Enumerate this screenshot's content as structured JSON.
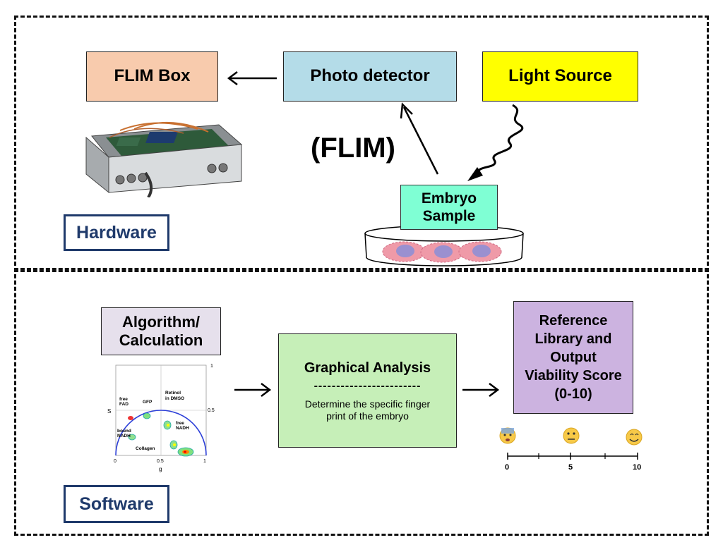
{
  "hardware": {
    "section_label": "Hardware",
    "flim_box": "FLIM Box",
    "photo_detector": "Photo detector",
    "light_source": "Light Source",
    "flim_label": "(FLIM)",
    "embryo_sample_line1": "Embryo",
    "embryo_sample_line2": "Sample"
  },
  "software": {
    "section_label": "Software",
    "algorithm_line1": "Algorithm/",
    "algorithm_line2": "Calculation",
    "graphical_title": "Graphical Analysis",
    "graphical_divider": "------------------------",
    "graphical_desc_line1": "Determine the specific finger",
    "graphical_desc_line2": "print of the embryo",
    "reference_line1": "Reference",
    "reference_line2": "Library and",
    "reference_line3": "Output",
    "reference_line4": "Viability Score",
    "reference_line5": "(0-10)",
    "phasor_plot": {
      "y_axis_label": "S",
      "x_axis_label": "g",
      "tick_top_right": "1",
      "tick_mid_right": "0.5",
      "x_ticks": [
        "0",
        "0.5",
        "1"
      ],
      "annotations": [
        "free",
        "FAD",
        "GFP",
        "Retinol",
        "in DMSO",
        "free",
        "NADH",
        "bound",
        "NADH",
        "Collagen"
      ]
    },
    "score_scale": {
      "ticks": [
        "0",
        "5",
        "10"
      ]
    }
  },
  "colors": {
    "flim_box": "#f8cbad",
    "photo_detector": "#b4dce8",
    "light_source": "#ffff00",
    "embryo_sample": "#7fffd4",
    "algorithm": "#e6e0ec",
    "graphical_analysis": "#c6efb8",
    "reference": "#ccb3e0",
    "section_label": "#1f3a6b"
  }
}
